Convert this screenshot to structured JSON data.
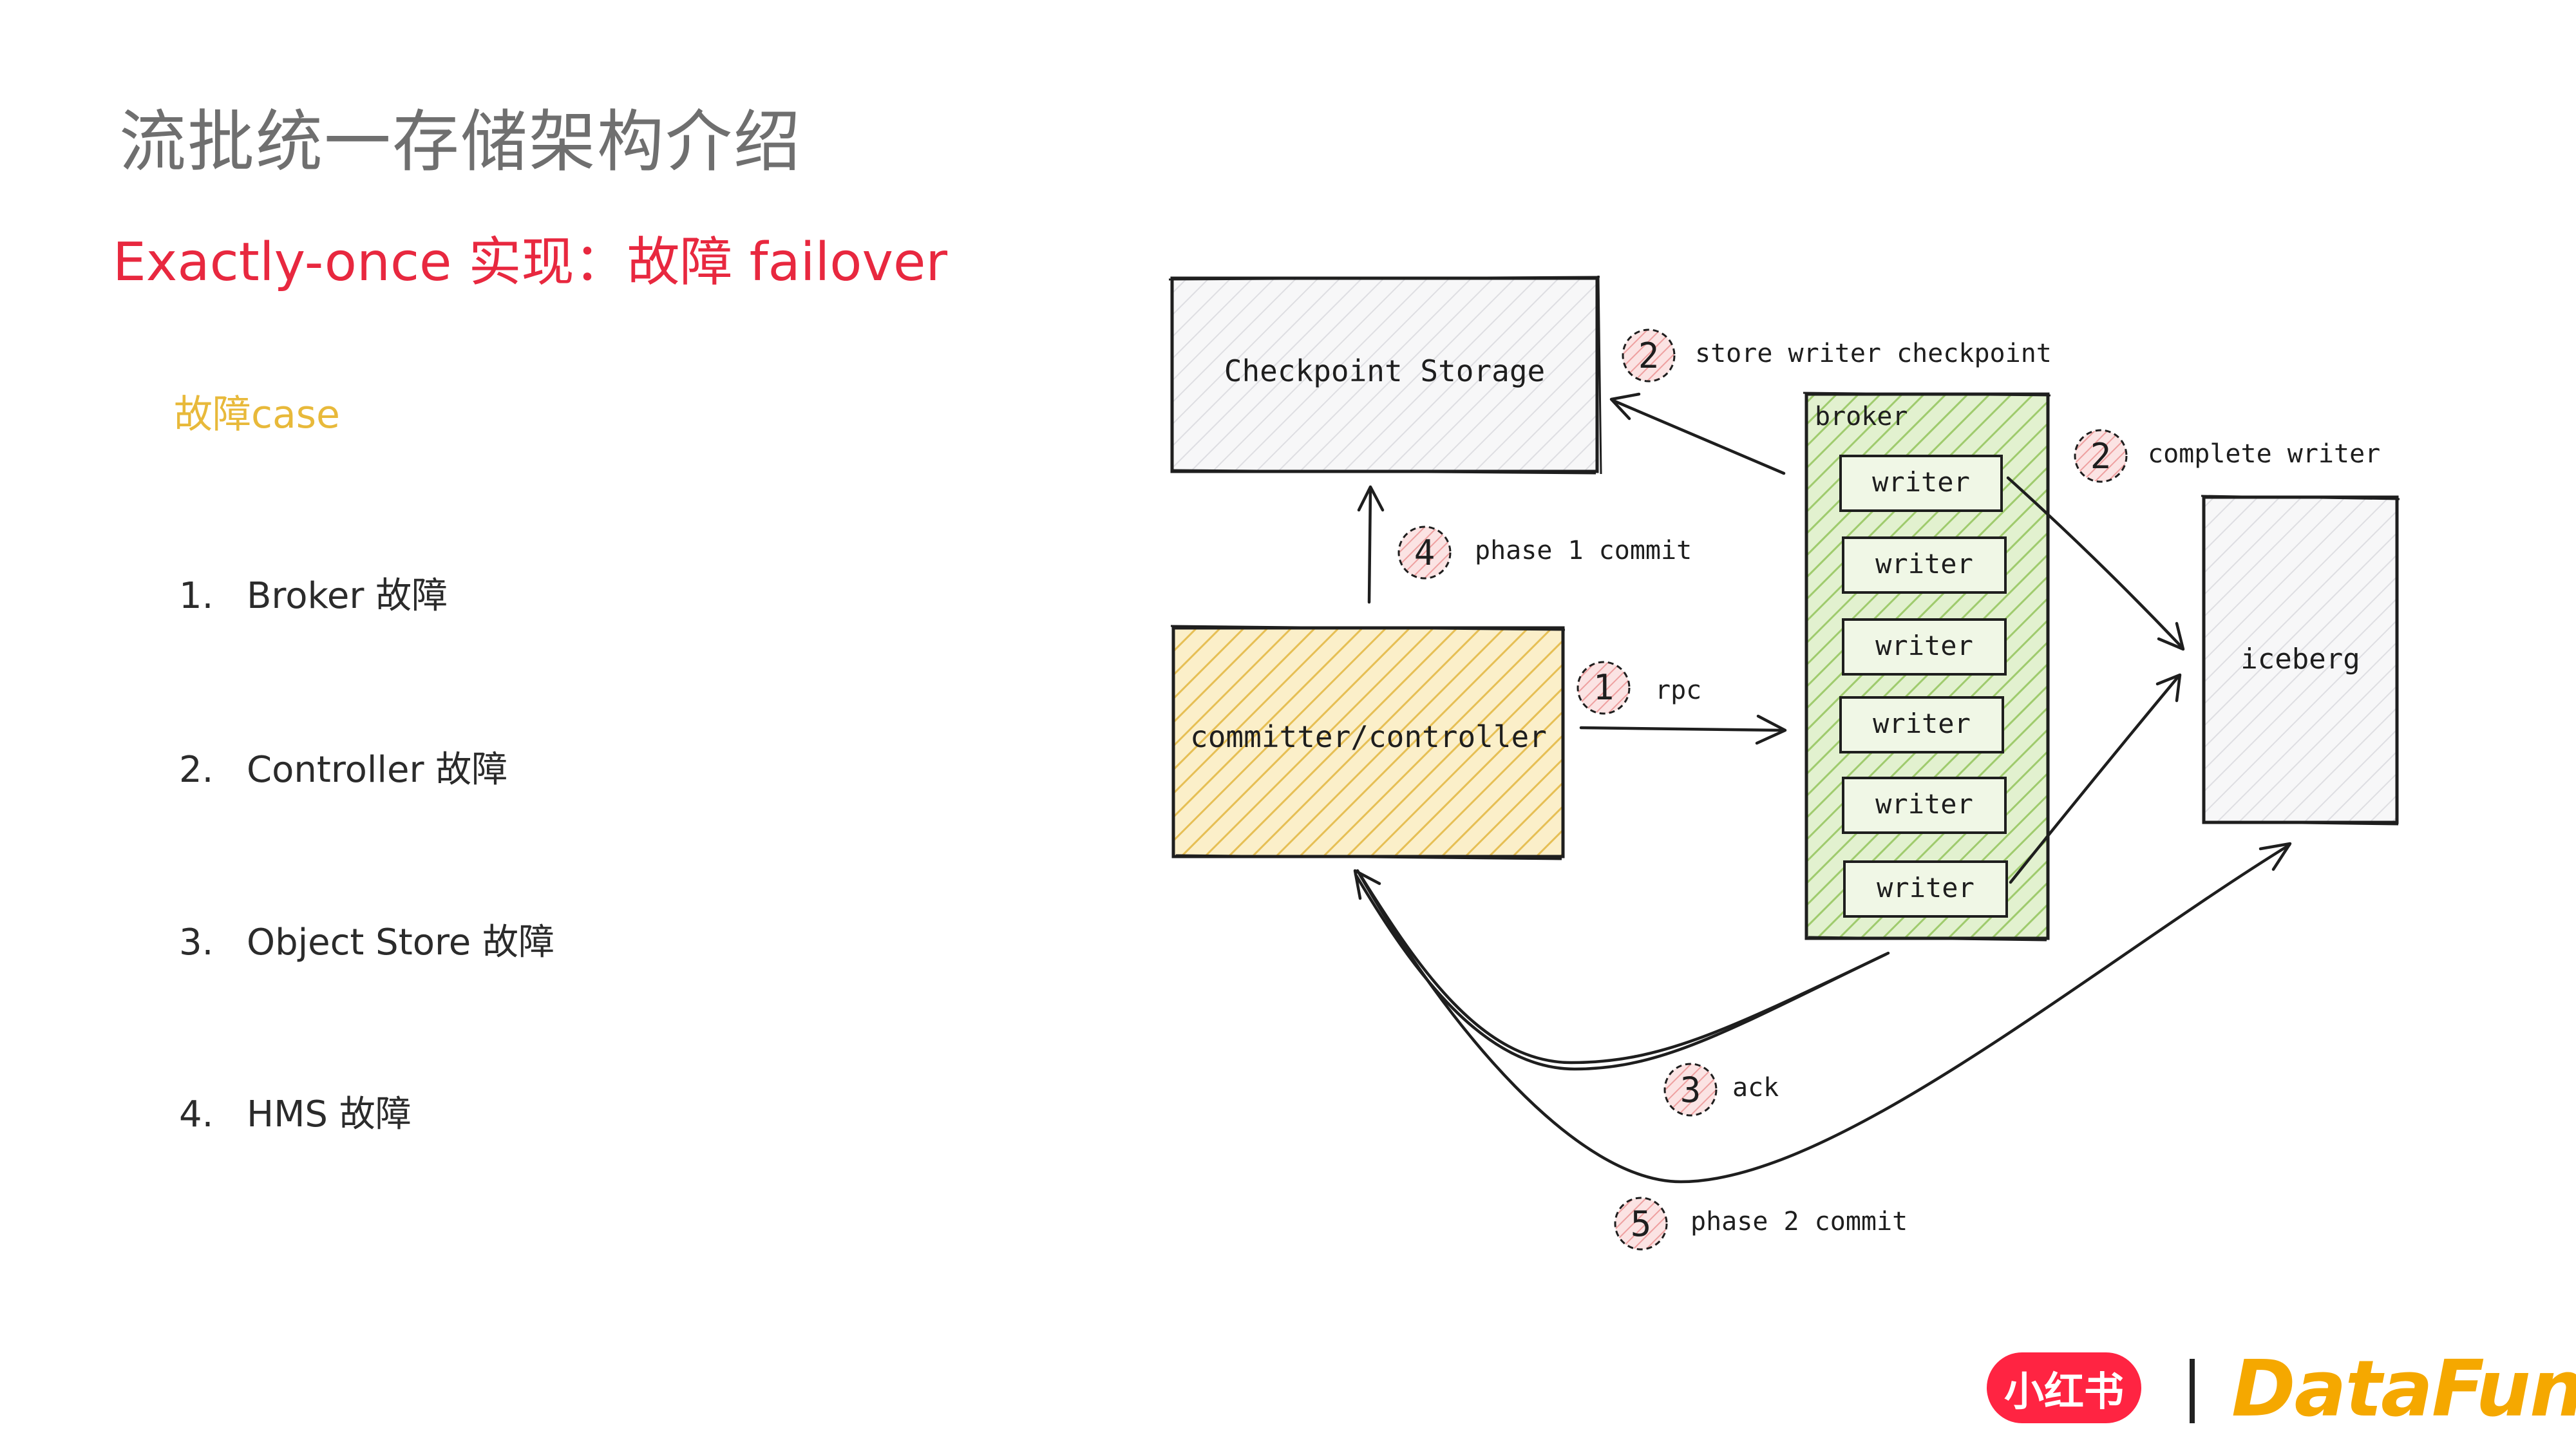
{
  "slide": {
    "title": "流批统一存储架构介绍",
    "subtitle": "Exactly-once 实现：故障 failover",
    "case_heading": "故障case",
    "cases": [
      {
        "num": "1.",
        "label": "Broker 故障"
      },
      {
        "num": "2.",
        "label": "Controller 故障"
      },
      {
        "num": "3.",
        "label": "Object Store 故障"
      },
      {
        "num": "4.",
        "label": "HMS 故障"
      }
    ]
  },
  "diagram": {
    "checkpoint_storage": "Checkpoint Storage",
    "controller": "committer/controller",
    "broker": "broker",
    "writer": "writer",
    "iceberg": "iceberg",
    "steps": [
      {
        "num": "1",
        "label": "rpc"
      },
      {
        "num": "2",
        "label": "store writer checkpoint"
      },
      {
        "num": "2",
        "label": "complete writer"
      },
      {
        "num": "3",
        "label": "ack"
      },
      {
        "num": "4",
        "label": "phase 1 commit"
      },
      {
        "num": "5",
        "label": "phase 2 commit"
      }
    ],
    "colors": {
      "controller_fill": "#f4d98a",
      "broker_fill": "#c9e4a4",
      "box_fill": "#f0f0f2",
      "badge_fill": "#f7c9c9"
    }
  },
  "logos": {
    "xiaohongshu": "小红书",
    "datafun": "DataFun."
  }
}
